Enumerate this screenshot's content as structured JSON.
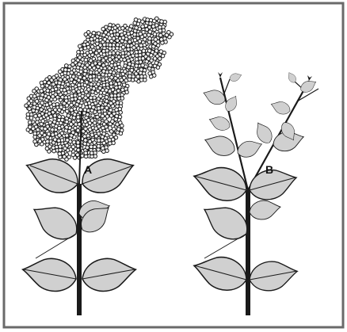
{
  "labels": {
    "a": "A",
    "b": "B"
  },
  "colors": {
    "frame": "#6a6a6a",
    "ink": "#1a1a1a",
    "leaf_fill": "#d0d0d0",
    "flower_fill": "#f3f3f3",
    "background": "#ffffff"
  },
  "panels": [
    {
      "name": "flowering-stem",
      "label_key": "a"
    },
    {
      "name": "pruned-stem",
      "label_key": "b"
    }
  ]
}
